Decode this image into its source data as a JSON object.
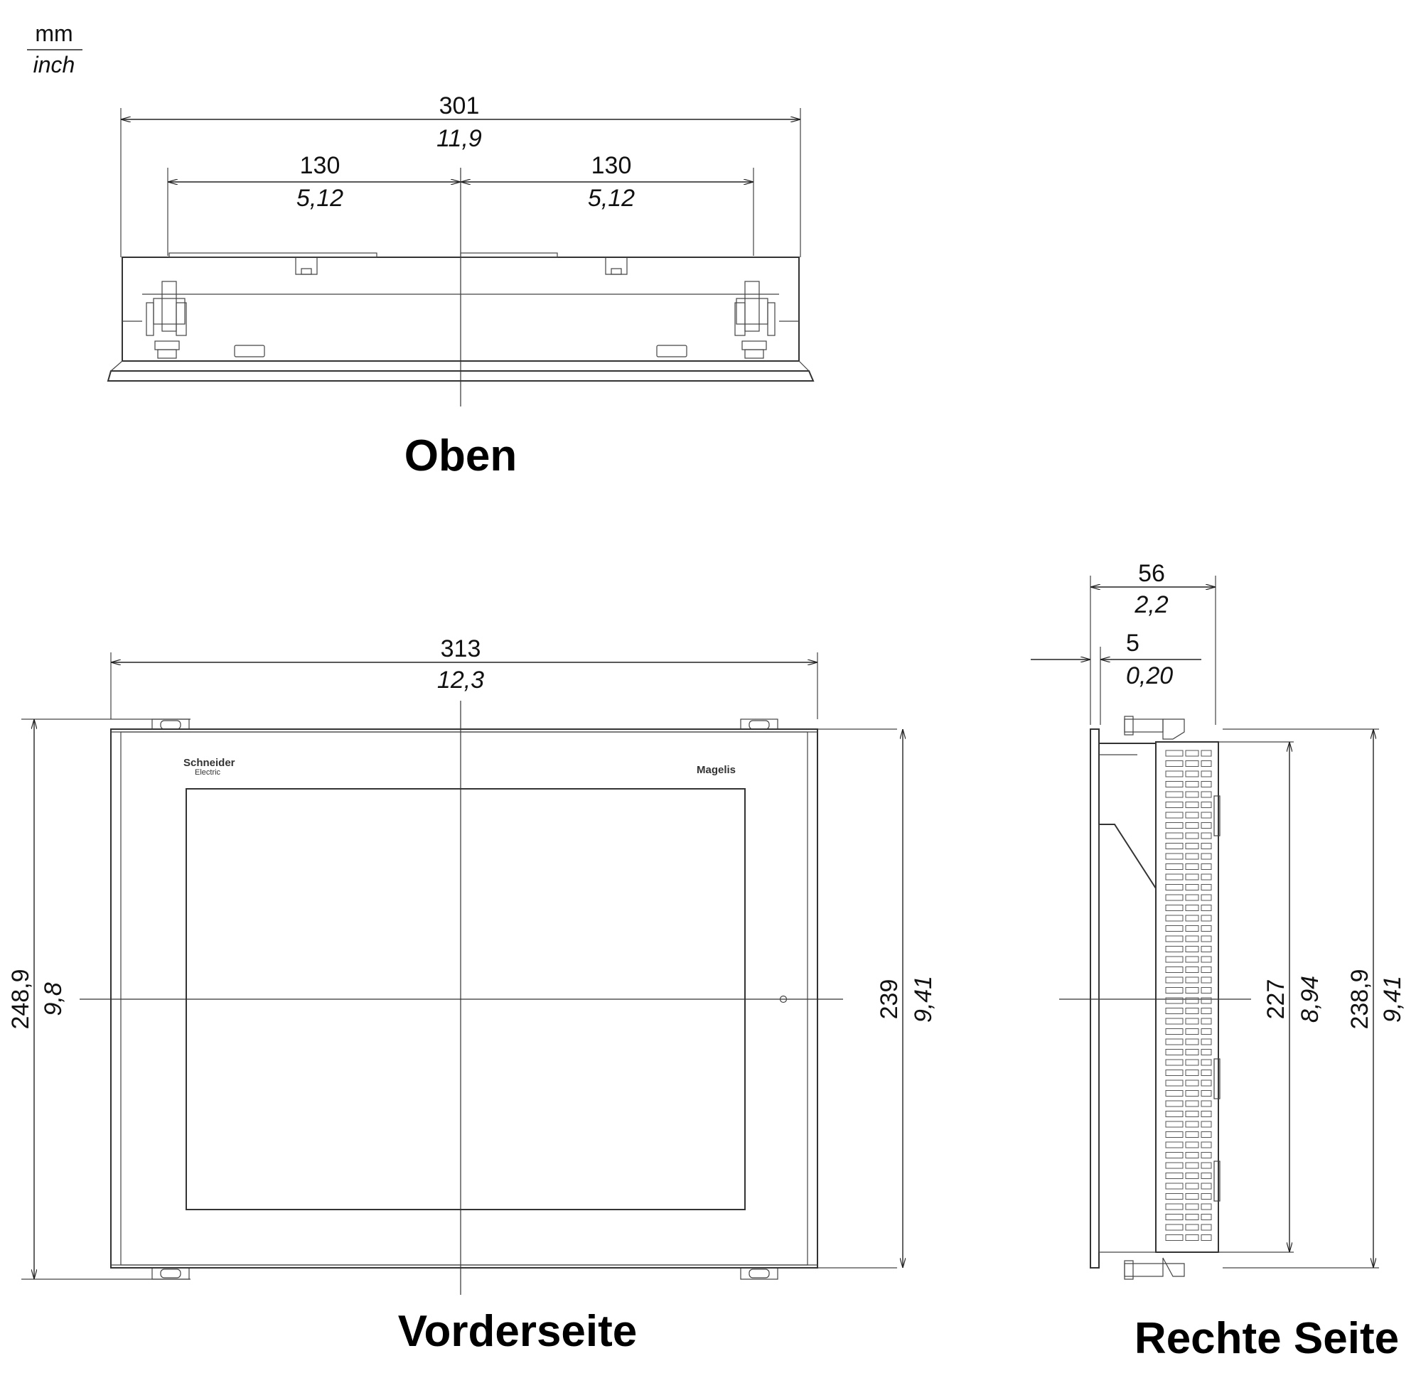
{
  "units": {
    "top": "mm",
    "bottom": "inch"
  },
  "views": {
    "top": {
      "title": "Oben",
      "overall": {
        "mm": "301",
        "inch": "11,9"
      },
      "left": {
        "mm": "130",
        "inch": "5,12"
      },
      "right": {
        "mm": "130",
        "inch": "5,12"
      }
    },
    "front": {
      "title": "Vorderseite",
      "width": {
        "mm": "313",
        "inch": "12,3"
      },
      "height_left": {
        "mm": "248,9",
        "inch": "9,8"
      },
      "height_right": {
        "mm": "239",
        "inch": "9,41"
      },
      "brand_left": "Schneider",
      "brand_left_sub": "Electric",
      "brand_right": "Magelis"
    },
    "side": {
      "title": "Rechte Seite",
      "depth": {
        "mm": "56",
        "inch": "2,2"
      },
      "bezel": {
        "mm": "5",
        "inch": "0,20"
      },
      "inner_height": {
        "mm": "227",
        "inch": "8,94"
      },
      "outer_height": {
        "mm": "238,9",
        "inch": "9,41"
      }
    }
  }
}
